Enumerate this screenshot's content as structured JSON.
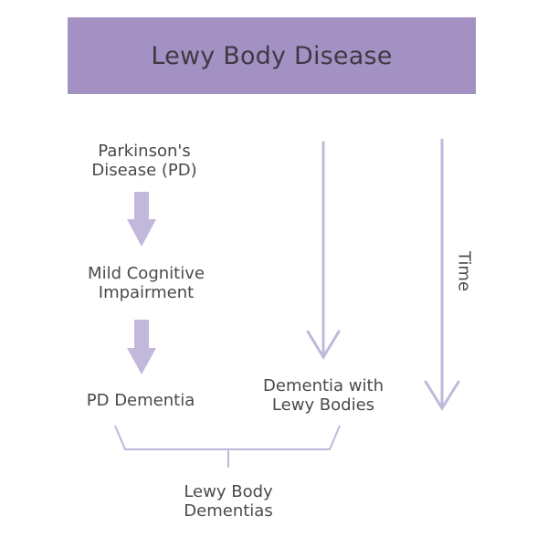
{
  "header": {
    "title": "Lewy Body Disease"
  },
  "nodes": {
    "parkinsons": [
      "Parkinson's",
      "Disease (PD)"
    ],
    "mci": [
      "Mild Cognitive",
      "Impairment"
    ],
    "pd_dementia": "PD Dementia",
    "dlb": [
      "Dementia with",
      "Lewy Bodies"
    ],
    "lbd": [
      "Lewy Body",
      "Dementias"
    ]
  },
  "time_axis": {
    "label": "Time"
  },
  "colors": {
    "header_bg": "#a391c3",
    "arrow": "#c2b8db",
    "text": "#4a4a4a"
  }
}
